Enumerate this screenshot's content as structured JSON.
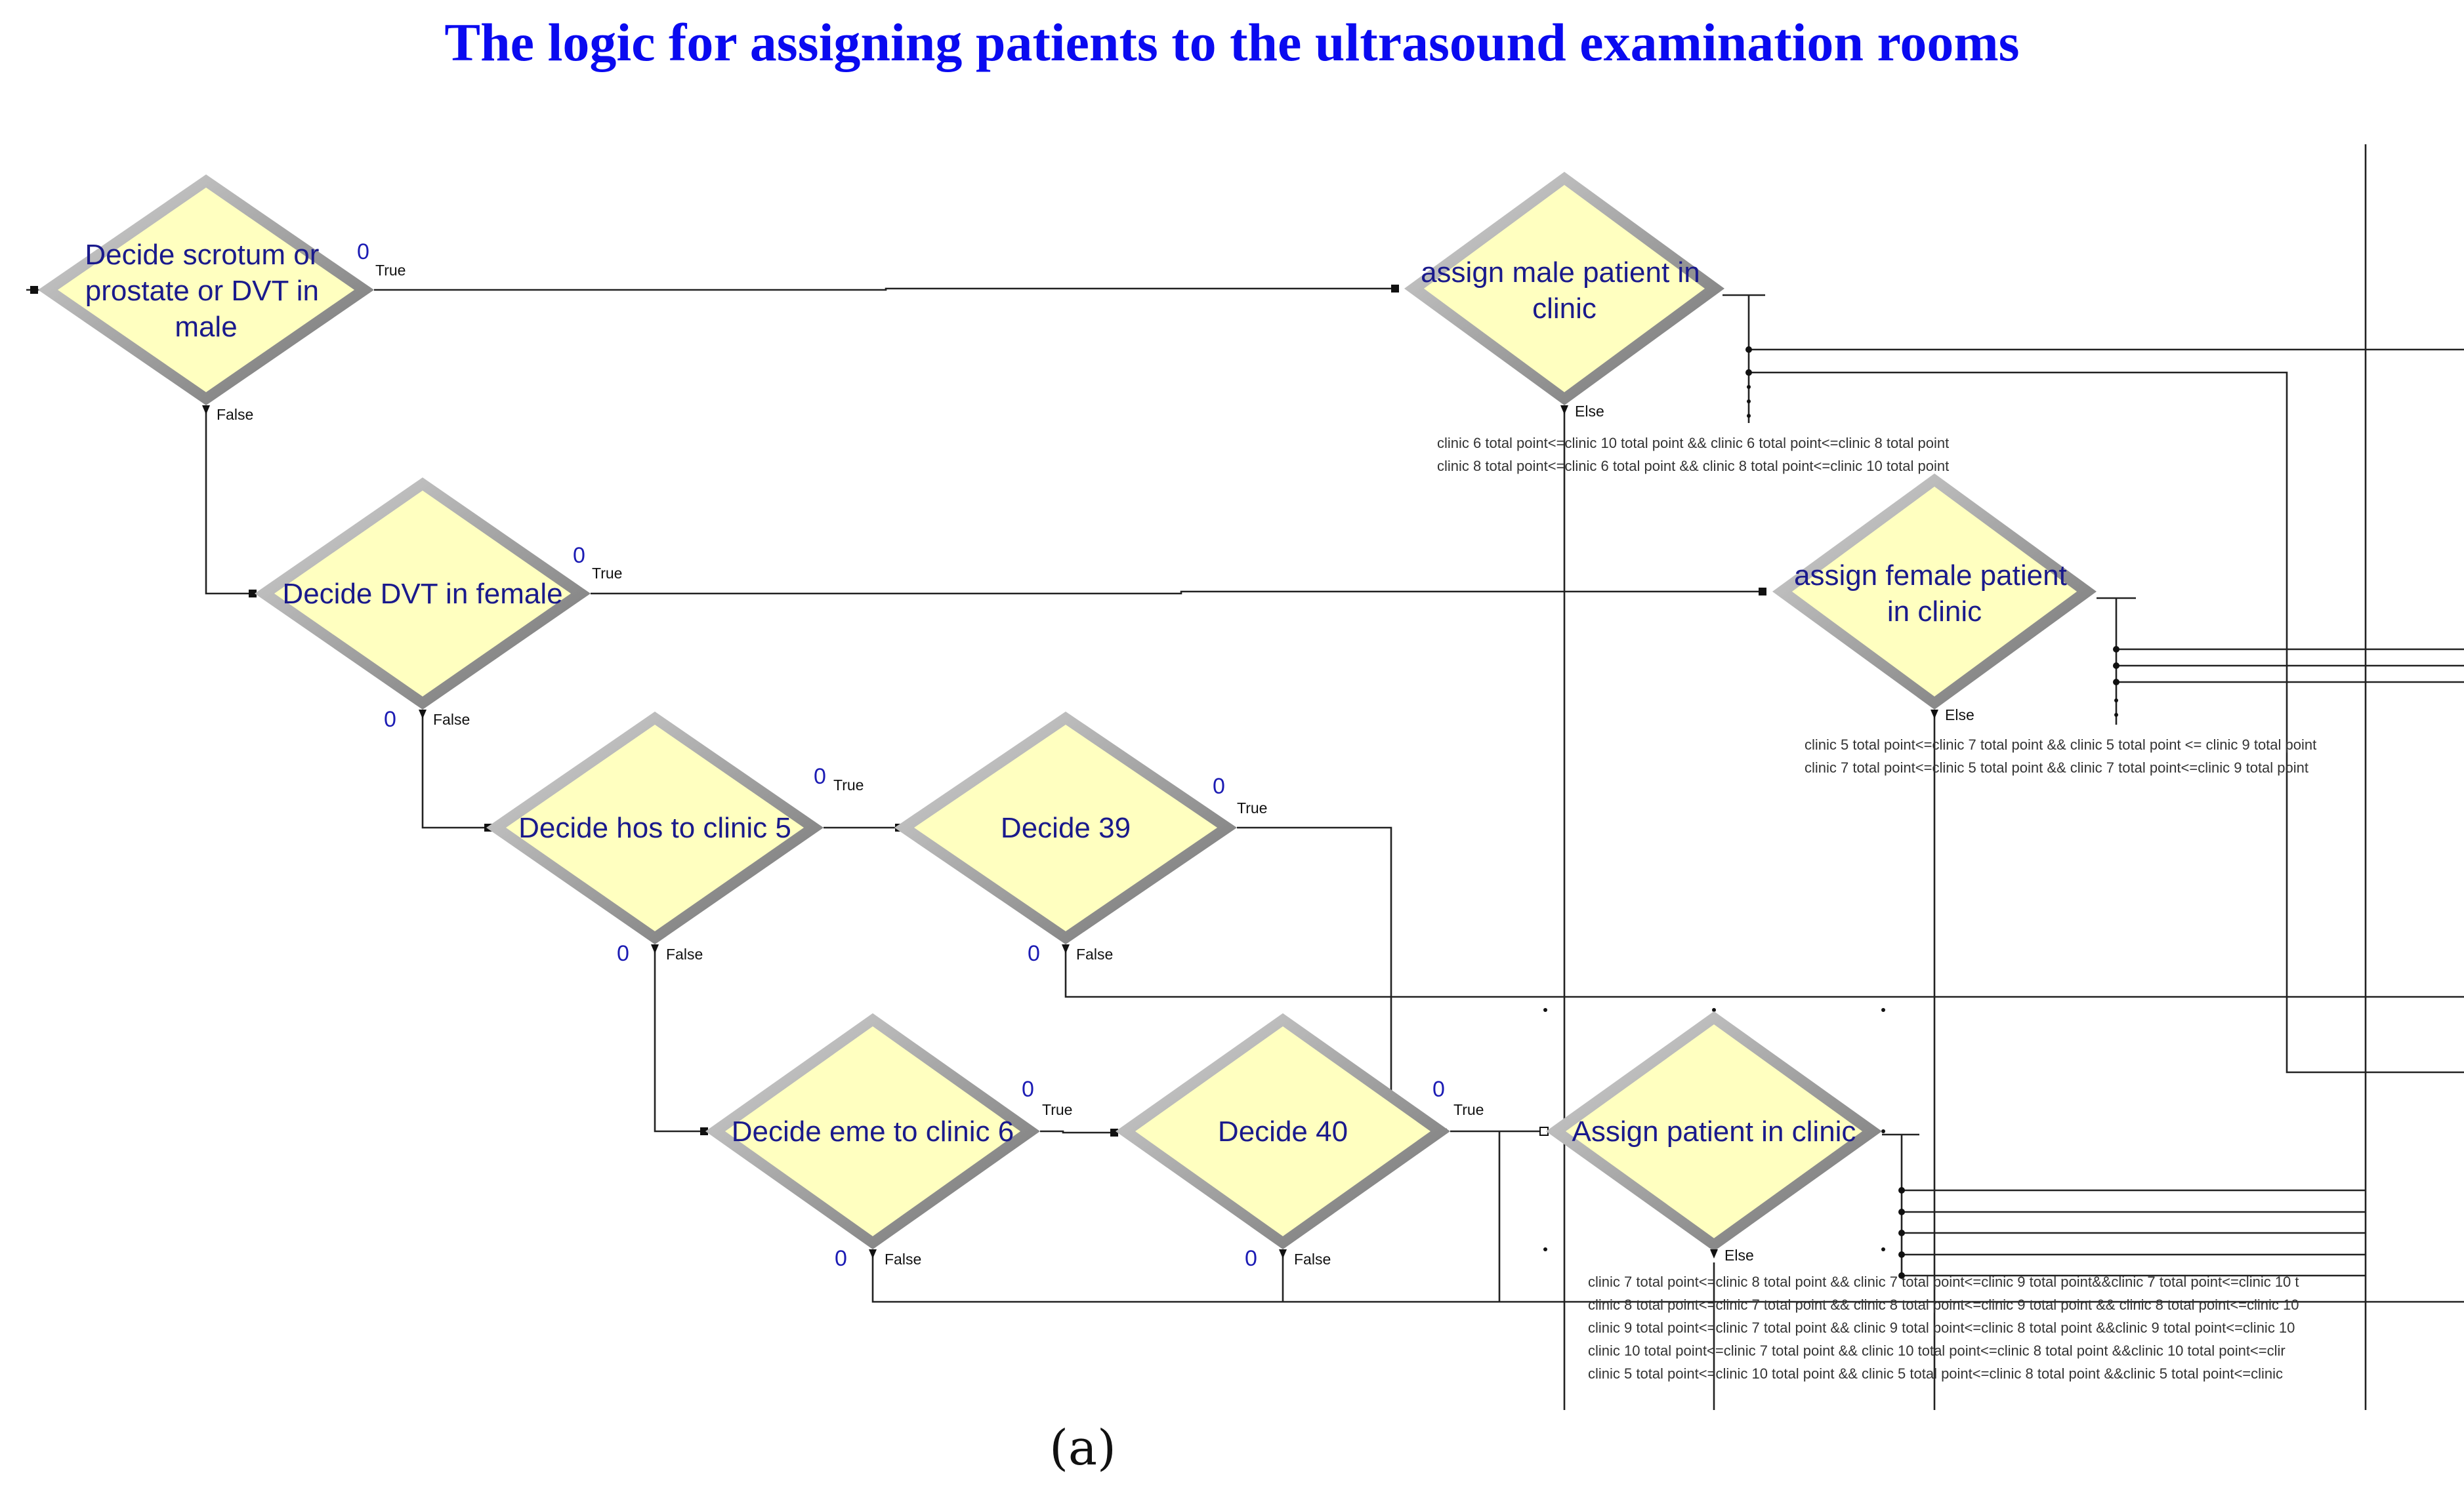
{
  "title": "The logic for assigning patients to the ultrasound examination rooms",
  "caption": "(a)",
  "nodes": {
    "n1": {
      "lines": [
        "Decide scrotum or",
        "prostate or DVT in",
        "male"
      ],
      "true_label": "True",
      "false_label": "False",
      "counter": "0"
    },
    "n2": {
      "lines": [
        "Decide DVT in female"
      ],
      "true_label": "True",
      "false_label": "False",
      "counter_true": "0",
      "counter_false": "0"
    },
    "n3": {
      "lines": [
        "Decide hos to clinic 5"
      ],
      "true_label": "True",
      "false_label": "False",
      "counter_true": "0",
      "counter_false": "0"
    },
    "n4": {
      "lines": [
        "Decide 39"
      ],
      "true_label": "True",
      "false_label": "False",
      "counter_true": "0",
      "counter_false": "0"
    },
    "n5": {
      "lines": [
        "Decide eme to clinic 6"
      ],
      "true_label": "True",
      "false_label": "False",
      "counter_true": "0",
      "counter_false": "0"
    },
    "n6": {
      "lines": [
        "Decide 40"
      ],
      "true_label": "True",
      "false_label": "False",
      "counter_true": "0",
      "counter_false": "0"
    },
    "m1": {
      "lines": [
        "assign male patient in",
        "clinic"
      ],
      "else_label": "Else",
      "conditions": [
        "clinic 6 total point<=clinic 10 total point    && clinic 6 total point<=clinic 8 total point",
        "clinic 8 total point<=clinic 6 total point  && clinic 8 total point<=clinic 10 total point"
      ]
    },
    "m2": {
      "lines": [
        "assign female patient",
        "in clinic"
      ],
      "else_label": "Else",
      "conditions": [
        "clinic 5 total point<=clinic 7 total point && clinic 5 total point <= clinic 9 total point",
        "clinic 7 total point<=clinic 5 total point  && clinic 7 total point<=clinic 9 total point"
      ]
    },
    "m3": {
      "lines": [
        "Assign patient in clinic"
      ],
      "else_label": "Else",
      "conditions": [
        "clinic 7 total point<=clinic 8 total point && clinic 7 total point<=clinic 9 total point&&clinic 7 total point<=clinic 10 t",
        "clinic 8 total point<=clinic 7 total point && clinic 8 total point<=clinic 9 total point && clinic 8 total point<=clinic 10",
        "clinic 9 total point<=clinic 7 total point  && clinic 9 total point<=clinic 8 total point &&clinic 9 total point<=clinic 10",
        "clinic 10 total point<=clinic 7 total point    && clinic 10 total point<=clinic 8 total point  &&clinic 10 total point<=clir",
        "clinic 5 total point<=clinic 10 total point    && clinic 5 total point<=clinic 8 total point  &&clinic 5 total point<=clinic"
      ]
    }
  }
}
